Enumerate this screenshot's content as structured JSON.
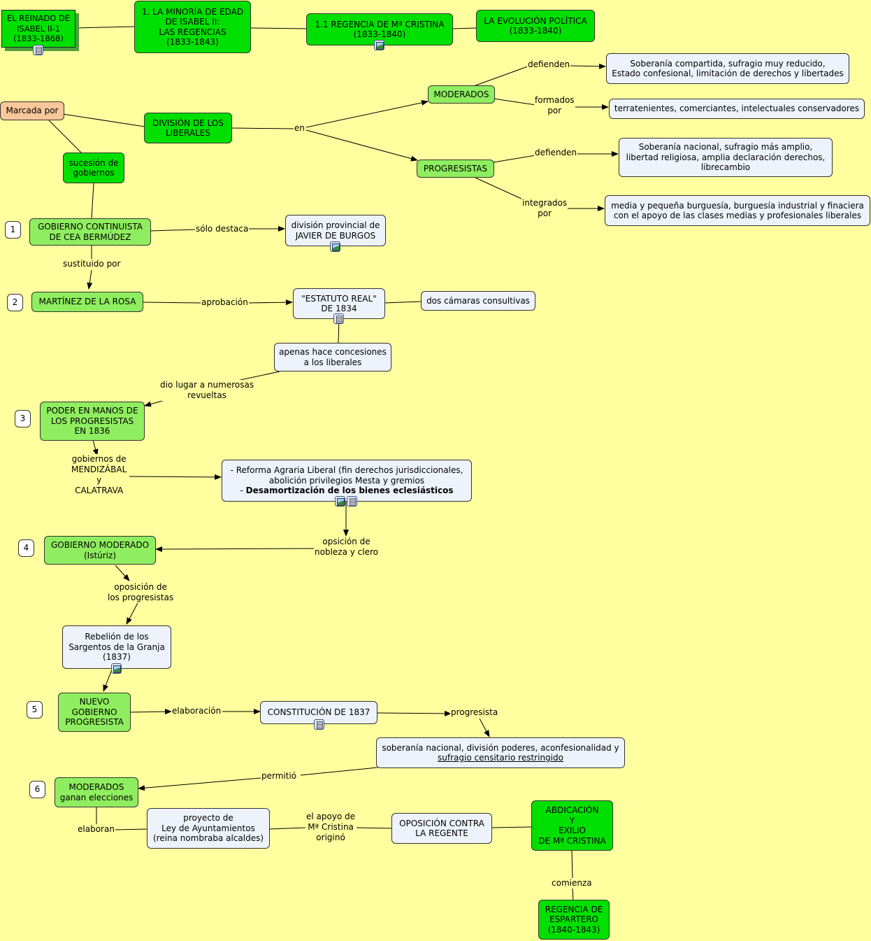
{
  "nodes": {
    "reinado": "EL REINADO DE\nISABEL II-1\n(1833-1868)",
    "minoria": "1. LA MINORÍA DE EDAD\nDE ISABEL II:\nLAS REGENCIAS\n(1833-1843)",
    "regencia_cristina": "1.1 REGENCIA DE Mª CRISTINA\n(1833-1840)",
    "evolucion": "LA EVOLUCIÓN POLÍTICA\n(1833-1840)",
    "marcada": "Marcada por",
    "division": "DIVISIÓN DE LOS\nLIBERALES",
    "sucesion": "sucesión de\ngobiernos",
    "moderados": "MODERADOS",
    "progresistas": "PROGRESISTAS",
    "mod_defienden": "Soberanía compartida, sufragio muy reducido,\nEstado confesional, limitación de derechos y libertades",
    "mod_formados": "terratenientes, comerciantes, intelectuales conservadores",
    "prog_defienden": "Soberanía nacional, sufragio más amplio,\nlibertad religiosa, amplia declaración derechos,\nlibrecambio",
    "prog_integrados": "media y pequeña burguesía, burguesía industrial y finaciera\ncon el apoyo de las clases medias y profesionales liberales",
    "cea": "GOBIERNO CONTINUISTA\nDE CEA BERMÚDEZ",
    "burgos": "división provincial de\nJAVIER DE BURGOS",
    "martinez": "MARTÍNEZ DE LA ROSA",
    "estatuto": "\"ESTATUTO REAL\"\nDE 1834",
    "camaras": "dos cámaras consultivas",
    "concesiones": "apenas hace concesiones\na los liberales",
    "poder_prog": "PODER EN MANOS DE\nLOS PROGRESISTAS\nEN 1836",
    "reforma_1": "- Reforma Agraria Liberal (fin derechos jurisdiccionales,\nabolición privilegios Mesta y gremios",
    "reforma_2_prefix": "- ",
    "reforma_2_bold": "Desamortización de los bienes eclesiásticos",
    "gob_moderado": "GOBIERNO MODERADO\n(Istúriz)",
    "rebelion": "Rebelión de los\nSargentos de la Granja\n(1837)",
    "nuevo_gob": "NUEVO\nGOBIERNO\nPROGRESISTA",
    "constitucion": "CONSTITUCIÓN DE 1837",
    "soberania_1": "soberanía nacional, división poderes, aconfesionalidad y",
    "soberania_2": "sufragio censitario restringido",
    "mod_ganan": "MODERADOS\nganan elecciones",
    "proyecto": "proyecto de\nLey de Ayuntamientos\n(reina nombraba alcaldes)",
    "oposicion_regente": "OPOSICIÓN CONTRA\nLA REGENTE",
    "abdicacion": "ABDICACIÓN\nY\nEXILIO\nDE Mª CRISTINA",
    "espartero": "REGENCIA DE\nESPARTERO\n(1840-1843)"
  },
  "numbers": [
    "1",
    "2",
    "3",
    "4",
    "5",
    "6"
  ],
  "labels": {
    "defienden_1": "defienden",
    "formados": "formados\npor",
    "en": "en",
    "defienden_2": "defienden",
    "integrados": "integrados\npor",
    "solo_destaca": "sólo destaca",
    "sustituido": "sustituido por",
    "aprobacion": "aprobación",
    "dio_lugar": "dio lugar a numerosas\nrevueltas",
    "gobiernos_de": "gobiernos de\nMENDIZÁBAL\ny\nCALATRAVA",
    "opos_nobleza": "opsición de\nnobleza y clero",
    "opos_prog": "oposición de\nlos progresistas",
    "elaboracion": "elaboración",
    "progresista": "progresista",
    "permitio": "permitió",
    "elaboran": "elaboran",
    "apoyo": "el apoyo de\nMª Cristina\noriginó",
    "comienza": "comienza"
  },
  "icons": [
    "document-icon",
    "image-icon"
  ]
}
